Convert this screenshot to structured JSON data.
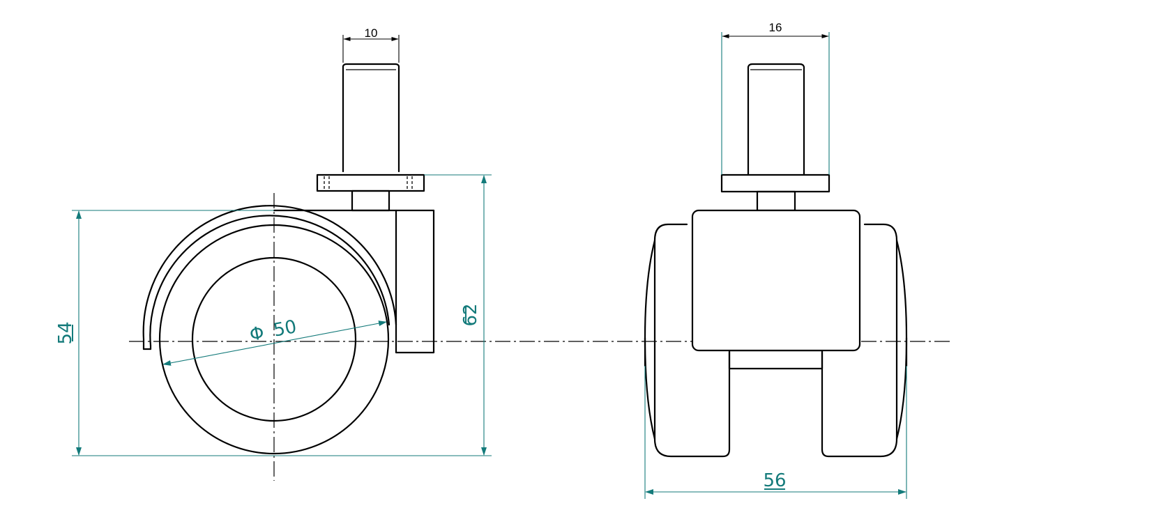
{
  "colors": {
    "outline": "#000000",
    "dimension": "#137a7a",
    "background": "#ffffff"
  },
  "dimensions": {
    "stem_width": "10",
    "plate_width": "16",
    "height_overall": "62",
    "wheel_height": "54",
    "wheel_diameter_symbol": "Φ",
    "wheel_diameter": "50",
    "total_width": "56"
  }
}
